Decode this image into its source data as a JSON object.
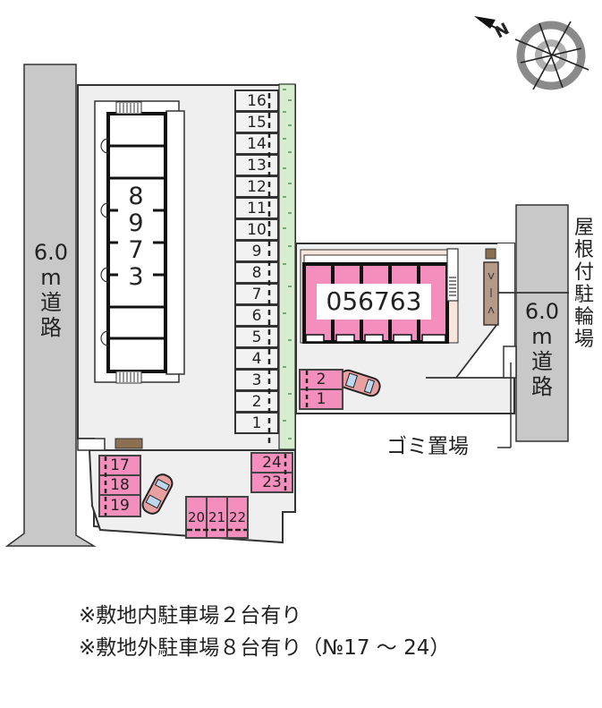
{
  "compass": {
    "north_label": "N",
    "icon": "compass-rose-icon"
  },
  "roads": {
    "left": {
      "width_label": "6.0",
      "unit": "m",
      "chars": [
        "道",
        "路"
      ]
    },
    "right": {
      "width_label": "6.0",
      "unit": "m",
      "chars": [
        "道",
        "路"
      ]
    }
  },
  "buildings": {
    "west": {
      "digits": [
        "8",
        "9",
        "7",
        "3"
      ]
    },
    "east": {
      "label": "056763",
      "color": "#f48fbd"
    }
  },
  "facilities": {
    "bike_parking": {
      "chars": [
        "屋",
        "根",
        "付",
        "駐",
        "輪",
        "場"
      ]
    },
    "garbage": {
      "label": "ゴミ置場"
    }
  },
  "parking": {
    "column": [
      "16",
      "15",
      "14",
      "13",
      "12",
      "11",
      "10",
      "9",
      "8",
      "7",
      "6",
      "5",
      "4",
      "3",
      "2",
      "1"
    ],
    "onsite_pink": [
      "2",
      "1"
    ],
    "offsite_left": [
      "17",
      "18",
      "19"
    ],
    "offsite_bottom": [
      "20",
      "21",
      "22"
    ],
    "offsite_right": [
      "24",
      "23"
    ]
  },
  "colors": {
    "road": "#c8c8c8",
    "site": "#efefef",
    "green_strip": "#d8ecd0",
    "pink_slot": "#f48fbd",
    "bike_shed": "#b59a88"
  },
  "notes": [
    "※敷地内駐車場２台有り",
    "※敷地外駐車場８台有り（№17 ～ 24）"
  ]
}
